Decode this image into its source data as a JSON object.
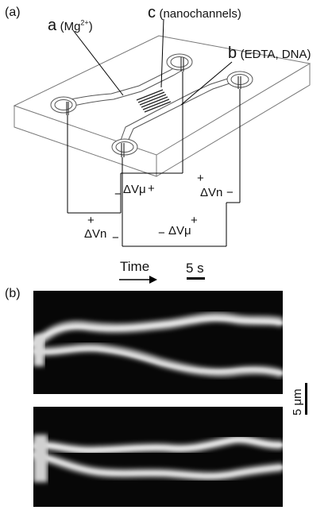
{
  "panel_a": {
    "panel_label": "(a)",
    "label_a_letter": "a",
    "label_a_ion": "(Mg",
    "label_a_sup": "2+",
    "label_a_close": ")",
    "label_c_letter": "c",
    "label_c_text": "(nanochannels)",
    "label_b_letter": "b",
    "label_b_text": "(EDTA, DNA)",
    "dvmu_top": "ΔVμ",
    "dvmu_top_minus": "−",
    "dvmu_top_plus": "+",
    "dvn_right": "ΔVn",
    "dvn_right_plus": "+",
    "dvn_right_minus": "−",
    "dvn_left": "ΔVn",
    "dvn_left_plus": "+",
    "dvn_left_minus": "−",
    "dvmu_bottom": "ΔVμ",
    "dvmu_bottom_minus": "−",
    "dvmu_bottom_plus": "+",
    "time_label": "Time",
    "time_scale": "5 s"
  },
  "panel_b": {
    "panel_label": "(b)",
    "length_scale": "5 μm"
  }
}
